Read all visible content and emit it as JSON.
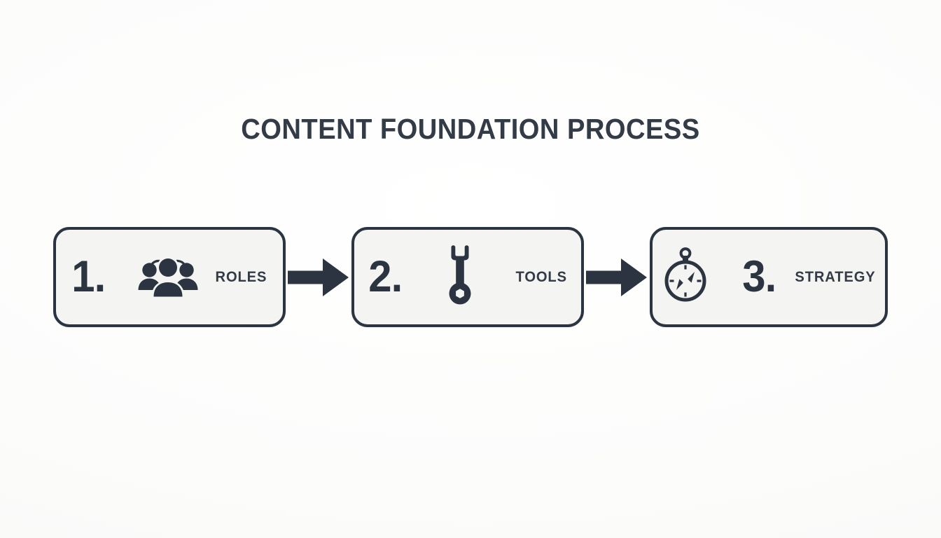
{
  "page": {
    "background_color": "#fbfbfa",
    "accent_dark": "#2b3440",
    "card_fill": "#f4f4f3",
    "text_color": "#333b47"
  },
  "title": "CONTENT FOUNDATION PROCESS",
  "diagram": {
    "type": "process-flow",
    "direction": "left-to-right",
    "steps": [
      {
        "number": "1.",
        "label": "ROLES",
        "icon": "users-group-icon",
        "order": "number-icon-label"
      },
      {
        "number": "2.",
        "label": "TOOLS",
        "icon": "wrench-icon",
        "order": "number-icon-label"
      },
      {
        "number": "3.",
        "label": "STRATEGY",
        "icon": "compass-icon",
        "order": "icon-number-label"
      }
    ],
    "connectors": [
      {
        "name": "arrow-1-to-2",
        "icon": "arrow-right-icon"
      },
      {
        "name": "arrow-2-to-3",
        "icon": "arrow-right-icon"
      }
    ]
  }
}
